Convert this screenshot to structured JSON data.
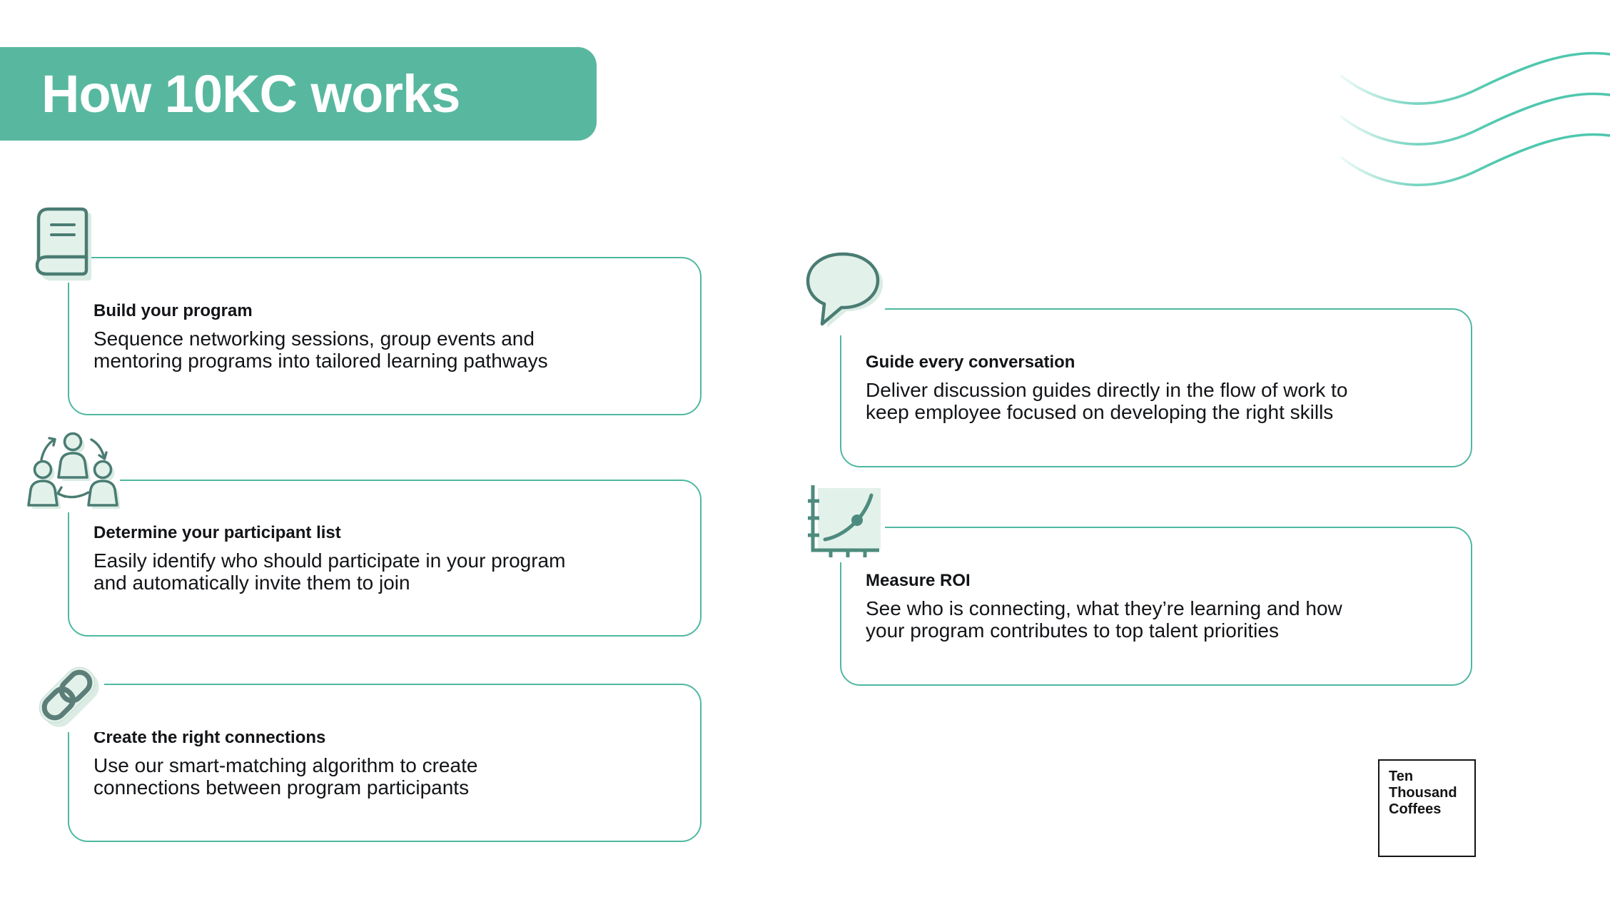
{
  "header": {
    "title": "How 10KC works"
  },
  "cards": [
    {
      "icon": "book-icon",
      "title": "Build your program",
      "body": "Sequence networking sessions, group events and\nmentoring programs into tailored learning pathways"
    },
    {
      "icon": "people-network-icon",
      "title": "Determine your participant list",
      "body": "Easily identify who should participate in your program\nand automatically invite them to join"
    },
    {
      "icon": "chain-link-icon",
      "title": "Create the right connections",
      "body": "Use our smart-matching algorithm to create\nconnections between program participants"
    },
    {
      "icon": "speech-bubble-icon",
      "title": "Guide every conversation",
      "body": "Deliver discussion guides directly in the flow of work to\nkeep employee focused on developing the right skills"
    },
    {
      "icon": "growth-chart-icon",
      "title": "Measure ROI",
      "body": "See who is connecting, what they’re learning and how\nyour program contributes to top talent priorities"
    }
  ],
  "logo": {
    "lines": [
      "Ten",
      "Thousand",
      "Coffees"
    ]
  },
  "colors": {
    "accent": "#58B89F",
    "card-border": "#4FB8A0",
    "icon-fill": "#E3F1EB",
    "icon-shadow": "#DAECE3",
    "icon-stroke": "#4A7C72",
    "link-stroke": "#5C7E78",
    "chart-stroke": "#4D8B7E",
    "wave": "#4EC7AE",
    "text": "#121417"
  }
}
